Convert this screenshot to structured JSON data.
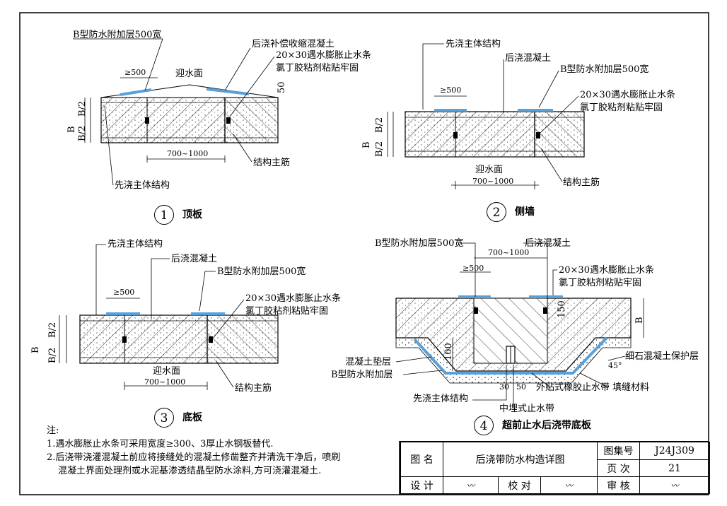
{
  "diagram1": {
    "number": "1",
    "title": "顶板",
    "labels": {
      "b_layer": "B型防水附加层500宽",
      "post_concrete": "后浇补偿收缩混凝土",
      "strip": "20×30遇水膨胀止水条",
      "glue": "氯丁胶粘剂粘贴牢固",
      "ge500": "≥500",
      "water_face": "迎水面",
      "dim50": "50",
      "b": "B",
      "b2": "B/2",
      "span": "700~1000",
      "rebar": "结构主筋",
      "pre_struct": "先浇主体结构"
    }
  },
  "diagram2": {
    "number": "2",
    "title": "侧墙",
    "labels": {
      "pre_struct": "先浇主体结构",
      "post_concrete": "后浇混凝土",
      "b_layer": "B型防水附加层500宽",
      "ge500": "≥500",
      "strip": "20×30遇水膨胀止水条",
      "glue": "氯丁胶粘剂粘贴牢固",
      "b": "B",
      "b2": "B/2",
      "water_face": "迎水面",
      "span": "700~1000",
      "rebar": "结构主筋"
    }
  },
  "diagram3": {
    "number": "3",
    "title": "底板",
    "labels": {
      "pre_struct": "先浇主体结构",
      "post_concrete": "后浇混凝土",
      "b_layer": "B型防水附加层500宽",
      "ge500": "≥500",
      "strip": "20×30遇水膨胀止水条",
      "glue": "氯丁胶粘剂粘贴牢固",
      "b": "B",
      "b2": "B/2",
      "water_face": "迎水面",
      "span": "700~1000",
      "rebar": "结构主筋"
    }
  },
  "diagram4": {
    "number": "4",
    "title": "超前止水后浇带底板",
    "labels": {
      "b_layer": "B型防水附加层500宽",
      "span": "700~1000",
      "post_concrete": "后浇混凝土",
      "ge500": "≥500",
      "strip": "20×30遇水膨胀止水条",
      "glue": "氯丁胶粘剂粘贴牢固",
      "b": "B",
      "dim100": "100",
      "dim150": "150",
      "fine_stone": "细石混凝土保护层",
      "cushion": "混凝土垫层",
      "b_layer2": "B型防水附加层",
      "pre_struct": "先浇主体结构",
      "d30": "30",
      "d50": "50",
      "ext_band": "外贴式橡胶止水带",
      "filler": "填缝材料",
      "mid_band": "中埋式止水带",
      "angle": "45°"
    }
  },
  "notes": {
    "heading": "注:",
    "line1": "1.遇水膨胀止水条可采用宽度≥300、3厚止水钢板替代.",
    "line2": "2.后浇带浇灌混凝土前应将接缝处的混凝土修凿整齐并清洗干净后，喷刷",
    "line3": "混凝土界面处理剂或水泥基渗透结晶型防水涂料,方可浇灌混凝土."
  },
  "titleblock": {
    "name_label": "图 名",
    "name_value": "后浇带防水构造详图",
    "atlas_label": "图集号",
    "atlas_value": "J24J309",
    "page_label": "页 次",
    "page_value": "21",
    "design_label": "设 计",
    "check_label": "校 对",
    "review_label": "审 核"
  },
  "colors": {
    "waterproof_layer": "#5aa0d8",
    "line": "#000000"
  }
}
